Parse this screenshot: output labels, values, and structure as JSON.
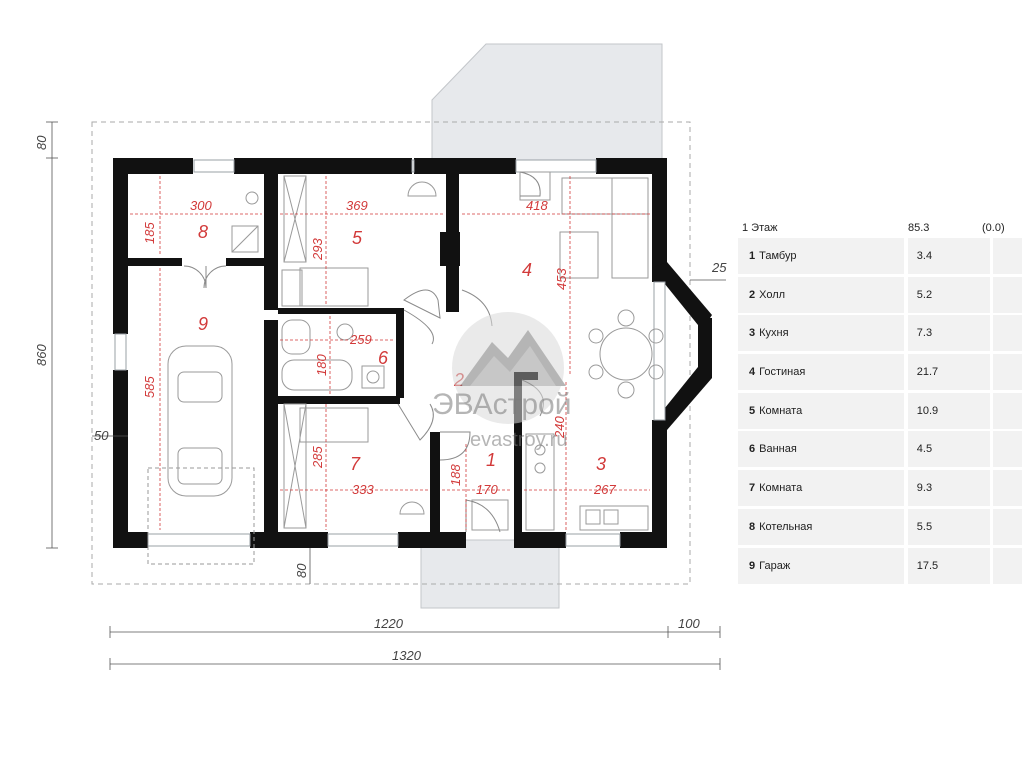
{
  "dimensions": {
    "top_offset": "80",
    "height_total": "860",
    "left_offset": "50",
    "bottom_offset": "80",
    "bay_offset": "25",
    "width_main": "1220",
    "width_extra": "100",
    "width_total": "1320"
  },
  "room_dims": {
    "r8_w": "300",
    "r8_h": "185",
    "r5_w": "369",
    "r5_h": "293",
    "r4_w": "418",
    "r4_h": "453",
    "r6_w": "259",
    "r6_h": "180",
    "r9_h": "585",
    "r7_w": "333",
    "r7_h": "285",
    "r1_w": "170",
    "r1_h": "188",
    "r3_w": "267",
    "r3_h": "240"
  },
  "room_labels": [
    "1",
    "2",
    "3",
    "4",
    "5",
    "6",
    "7",
    "8",
    "9"
  ],
  "watermark": {
    "brand": "ЭВАстрой",
    "site": "evastroy.ru"
  },
  "table": {
    "header": {
      "floor": "1 Этаж",
      "total": "85.3",
      "extra": "(0.0)"
    },
    "rows": [
      {
        "num": "1",
        "name": "Тамбур",
        "area": "3.4"
      },
      {
        "num": "2",
        "name": "Холл",
        "area": "5.2"
      },
      {
        "num": "3",
        "name": "Кухня",
        "area": "7.3"
      },
      {
        "num": "4",
        "name": "Гостиная",
        "area": "21.7"
      },
      {
        "num": "5",
        "name": "Комната",
        "area": "10.9"
      },
      {
        "num": "6",
        "name": "Ванная",
        "area": "4.5"
      },
      {
        "num": "7",
        "name": "Комната",
        "area": "9.3"
      },
      {
        "num": "8",
        "name": "Котельная",
        "area": "5.5"
      },
      {
        "num": "9",
        "name": "Гараж",
        "area": "17.5"
      }
    ]
  }
}
